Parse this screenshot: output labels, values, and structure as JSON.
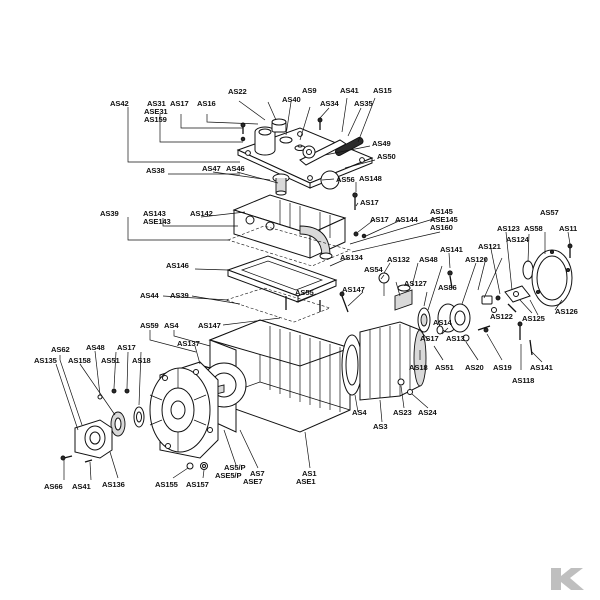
{
  "diagram": {
    "labels": {
      "AS42": "AS42",
      "AS31": "AS31",
      "ASE31": "ASE31",
      "AS159": "AS159",
      "AS17a": "AS17",
      "AS16": "AS16",
      "AS22": "AS22",
      "AS40": "AS40",
      "AS9": "AS9",
      "AS34": "AS34",
      "AS41a": "AS41",
      "AS35": "AS35",
      "AS15": "AS15",
      "AS49": "AS49",
      "AS50": "AS50",
      "AS38": "AS38",
      "AS47": "AS47",
      "AS46": "AS46",
      "AS56": "AS56",
      "AS148": "AS148",
      "AS17b": "AS17",
      "AS39a": "AS39",
      "AS143": "AS143",
      "ASE143": "ASE143",
      "AS142": "AS142",
      "AS17c": "AS17",
      "AS144": "AS144",
      "AS145": "AS145",
      "ASE145": "ASE145",
      "AS160": "AS160",
      "AS57": "AS57",
      "AS123": "AS123",
      "AS58": "AS58",
      "AS11": "AS11",
      "AS124": "AS124",
      "AS121": "AS121",
      "AS141a": "AS141",
      "AS120": "AS120",
      "AS146": "AS146",
      "AS134": "AS134",
      "AS132": "AS132",
      "AS48a": "AS48",
      "AS54": "AS54",
      "AS127": "AS127",
      "AS86": "AS86",
      "AS55": "AS55",
      "AS147a": "AS147",
      "AS44": "AS44",
      "AS39b": "AS39",
      "AS122": "AS122",
      "AS125": "AS125",
      "AS126": "AS126",
      "AS59": "AS59",
      "AS4a": "AS4",
      "AS147b": "AS147",
      "AS14": "AS14",
      "AS13": "AS13",
      "AS17d": "AS17",
      "AS20": "AS20",
      "AS19": "AS19",
      "AS141b": "AS141",
      "AS137": "AS137",
      "AS18a": "AS18",
      "AS51a": "AS51",
      "AS118": "AS118",
      "AS62": "AS62",
      "AS48b": "AS48",
      "AS17e": "AS17",
      "AS135": "AS135",
      "AS158": "AS158",
      "AS51b": "AS51",
      "AS18b": "AS18",
      "AS4b": "AS4",
      "AS23": "AS23",
      "AS24": "AS24",
      "AS3": "AS3",
      "AS5P": "AS5/P",
      "ASE5P": "ASE5/P",
      "AS7": "AS7",
      "ASE7": "ASE7",
      "AS1": "AS1",
      "ASE1": "ASE1",
      "AS155": "AS155",
      "AS157": "AS157",
      "AS66": "AS66",
      "AS41b": "AS41",
      "AS136": "AS136"
    }
  },
  "logo": {
    "icon": "brand-k-logo",
    "color": "#bfbfbf"
  }
}
